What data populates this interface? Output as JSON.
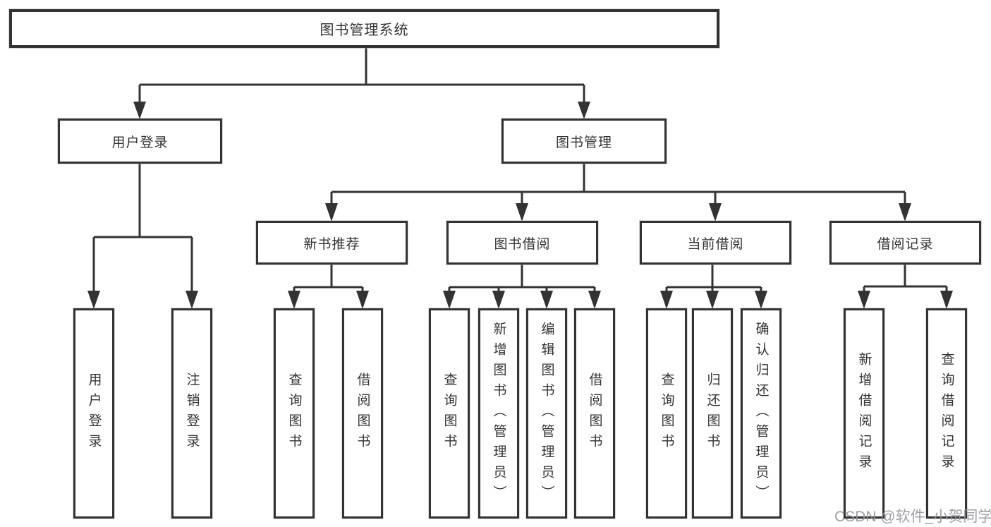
{
  "page": {
    "background": "#ffffff"
  },
  "diagram": {
    "type": "hierarchy-tree",
    "colors": {
      "line": "#333333",
      "box_border": "#333333",
      "text": "#333333",
      "watermark": "#94949e",
      "background": "#ffffff"
    },
    "tree": {
      "label": "图书管理系统",
      "children": [
        {
          "label": "用户登录",
          "children": [
            {
              "label": "用户登录"
            },
            {
              "label": "注销登录"
            }
          ]
        },
        {
          "label": "图书管理",
          "children": [
            {
              "label": "新书推荐",
              "children": [
                {
                  "label": "查询图书"
                },
                {
                  "label": "借阅图书"
                }
              ]
            },
            {
              "label": "图书借阅",
              "children": [
                {
                  "label": "查询图书"
                },
                {
                  "label": "新增图书（管理员）"
                },
                {
                  "label": "编辑图书（管理员）"
                },
                {
                  "label": "借阅图书"
                }
              ]
            },
            {
              "label": "当前借阅",
              "children": [
                {
                  "label": "查询图书"
                },
                {
                  "label": "归还图书"
                },
                {
                  "label": "确认归还（管理员）"
                }
              ]
            },
            {
              "label": "借阅记录",
              "children": [
                {
                  "label": "新增借阅记录"
                },
                {
                  "label": "查询借阅记录"
                }
              ]
            }
          ]
        }
      ]
    },
    "watermark": {
      "text": "CSDN @软件_小贺同学"
    }
  }
}
